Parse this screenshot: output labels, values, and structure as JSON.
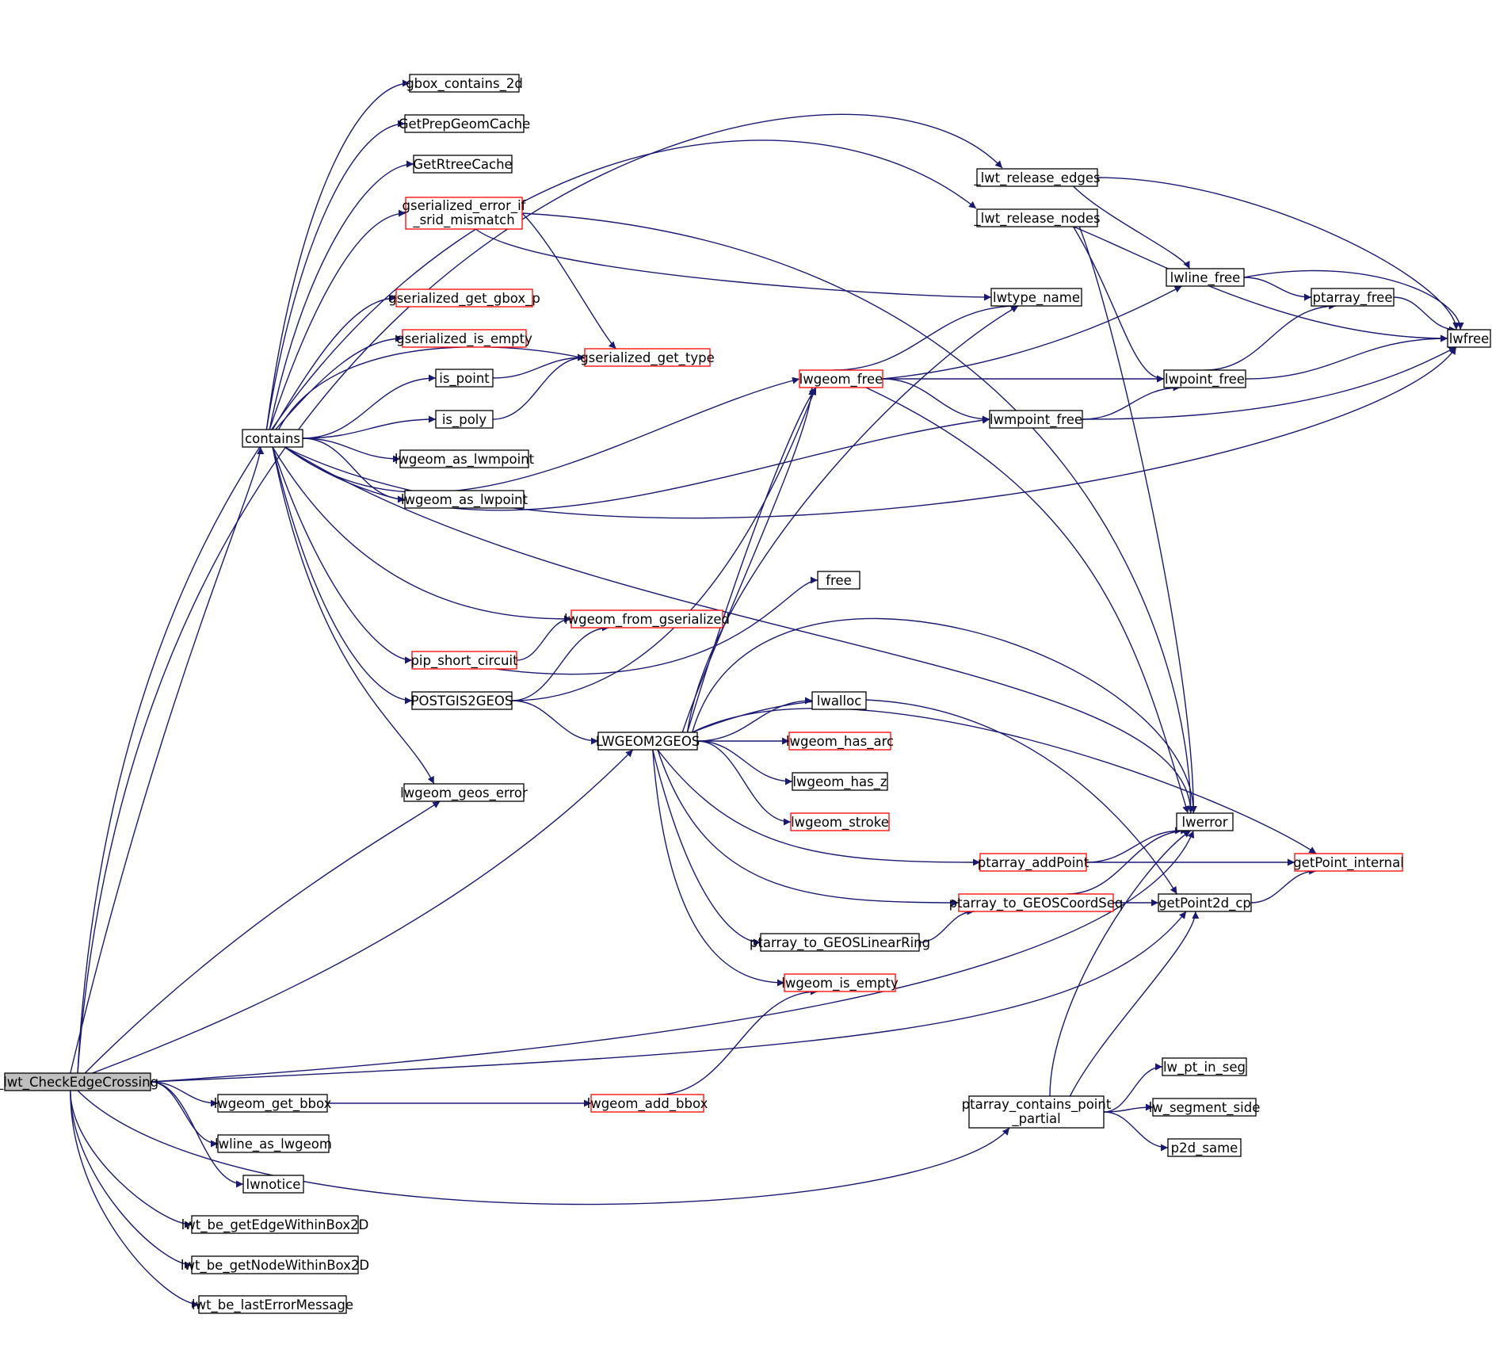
{
  "colors": {
    "edge": "#191970",
    "node_border": "#000000",
    "node_border_truncated": "#ff0000",
    "root_fill": "#bfbfbf",
    "node_fill": "#ffffff"
  },
  "nodes": {
    "root": {
      "lines": [
        "_lwt_CheckEdgeCrossing"
      ],
      "kind": "root"
    },
    "contains": {
      "lines": [
        "contains"
      ],
      "kind": "normal"
    },
    "gbox_contains_2d": {
      "lines": [
        "gbox_contains_2d"
      ],
      "kind": "normal"
    },
    "GetPrepGeomCache": {
      "lines": [
        "GetPrepGeomCache"
      ],
      "kind": "normal"
    },
    "GetRtreeCache": {
      "lines": [
        "GetRtreeCache"
      ],
      "kind": "normal"
    },
    "gserialized_error_if_srid_mismatch": {
      "lines": [
        "gserialized_error_if",
        "_srid_mismatch"
      ],
      "kind": "red"
    },
    "gserialized_get_gbox_p": {
      "lines": [
        "gserialized_get_gbox_p"
      ],
      "kind": "red"
    },
    "gserialized_is_empty": {
      "lines": [
        "gserialized_is_empty"
      ],
      "kind": "red"
    },
    "is_point": {
      "lines": [
        "is_point"
      ],
      "kind": "normal"
    },
    "is_poly": {
      "lines": [
        "is_poly"
      ],
      "kind": "normal"
    },
    "lwgeom_as_lwmpoint": {
      "lines": [
        "lwgeom_as_lwmpoint"
      ],
      "kind": "normal"
    },
    "lwgeom_as_lwpoint": {
      "lines": [
        "lwgeom_as_lwpoint"
      ],
      "kind": "normal"
    },
    "lwgeom_from_gserialized": {
      "lines": [
        "lwgeom_from_gserialized"
      ],
      "kind": "red"
    },
    "pip_short_circuit": {
      "lines": [
        "pip_short_circuit"
      ],
      "kind": "red"
    },
    "POSTGIS2GEOS": {
      "lines": [
        "POSTGIS2GEOS"
      ],
      "kind": "normal"
    },
    "lwgeom_geos_error": {
      "lines": [
        "lwgeom_geos_error"
      ],
      "kind": "normal"
    },
    "gserialized_get_type": {
      "lines": [
        "gserialized_get_type"
      ],
      "kind": "red"
    },
    "LWGEOM2GEOS": {
      "lines": [
        "LWGEOM2GEOS"
      ],
      "kind": "normal"
    },
    "free": {
      "lines": [
        "free"
      ],
      "kind": "normal"
    },
    "lwalloc": {
      "lines": [
        "lwalloc"
      ],
      "kind": "normal"
    },
    "lwgeom_has_arc": {
      "lines": [
        "lwgeom_has_arc"
      ],
      "kind": "red"
    },
    "lwgeom_has_z": {
      "lines": [
        "lwgeom_has_z"
      ],
      "kind": "normal"
    },
    "lwgeom_stroke": {
      "lines": [
        "lwgeom_stroke"
      ],
      "kind": "red"
    },
    "ptarray_addPoint": {
      "lines": [
        "ptarray_addPoint"
      ],
      "kind": "red"
    },
    "ptarray_to_GEOSCoordSeq": {
      "lines": [
        "ptarray_to_GEOSCoordSeq"
      ],
      "kind": "red"
    },
    "ptarray_to_GEOSLinearRing": {
      "lines": [
        "ptarray_to_GEOSLinearRing"
      ],
      "kind": "normal"
    },
    "lwgeom_is_empty": {
      "lines": [
        "lwgeom_is_empty"
      ],
      "kind": "red"
    },
    "lwgeom_get_bbox": {
      "lines": [
        "lwgeom_get_bbox"
      ],
      "kind": "normal"
    },
    "lwgeom_add_bbox": {
      "lines": [
        "lwgeom_add_bbox"
      ],
      "kind": "red"
    },
    "lwline_as_lwgeom": {
      "lines": [
        "lwline_as_lwgeom"
      ],
      "kind": "normal"
    },
    "lwnotice": {
      "lines": [
        "lwnotice"
      ],
      "kind": "normal"
    },
    "lwt_be_getEdgeWithinBox2D": {
      "lines": [
        "lwt_be_getEdgeWithinBox2D"
      ],
      "kind": "normal"
    },
    "lwt_be_getNodeWithinBox2D": {
      "lines": [
        "lwt_be_getNodeWithinBox2D"
      ],
      "kind": "normal"
    },
    "lwt_be_lastErrorMessage": {
      "lines": [
        "lwt_be_lastErrorMessage"
      ],
      "kind": "normal"
    },
    "_lwt_release_edges": {
      "lines": [
        "_lwt_release_edges"
      ],
      "kind": "normal"
    },
    "_lwt_release_nodes": {
      "lines": [
        "_lwt_release_nodes"
      ],
      "kind": "normal"
    },
    "lwtype_name": {
      "lines": [
        "lwtype_name"
      ],
      "kind": "normal"
    },
    "lwgeom_free": {
      "lines": [
        "lwgeom_free"
      ],
      "kind": "red"
    },
    "lwmpoint_free": {
      "lines": [
        "lwmpoint_free"
      ],
      "kind": "normal"
    },
    "lwline_free": {
      "lines": [
        "lwline_free"
      ],
      "kind": "normal"
    },
    "ptarray_free": {
      "lines": [
        "ptarray_free"
      ],
      "kind": "normal"
    },
    "lwpoint_free": {
      "lines": [
        "lwpoint_free"
      ],
      "kind": "normal"
    },
    "lwfree": {
      "lines": [
        "lwfree"
      ],
      "kind": "normal"
    },
    "lwerror": {
      "lines": [
        "lwerror"
      ],
      "kind": "normal"
    },
    "getPoint_internal": {
      "lines": [
        "getPoint_internal"
      ],
      "kind": "red"
    },
    "getPoint2d_cp": {
      "lines": [
        "getPoint2d_cp"
      ],
      "kind": "normal"
    },
    "ptarray_contains_point_partial": {
      "lines": [
        "ptarray_contains_point",
        "_partial"
      ],
      "kind": "normal"
    },
    "lw_pt_in_seg": {
      "lines": [
        "lw_pt_in_seg"
      ],
      "kind": "normal"
    },
    "lw_segment_side": {
      "lines": [
        "lw_segment_side"
      ],
      "kind": "normal"
    },
    "p2d_same": {
      "lines": [
        "p2d_same"
      ],
      "kind": "normal"
    }
  }
}
